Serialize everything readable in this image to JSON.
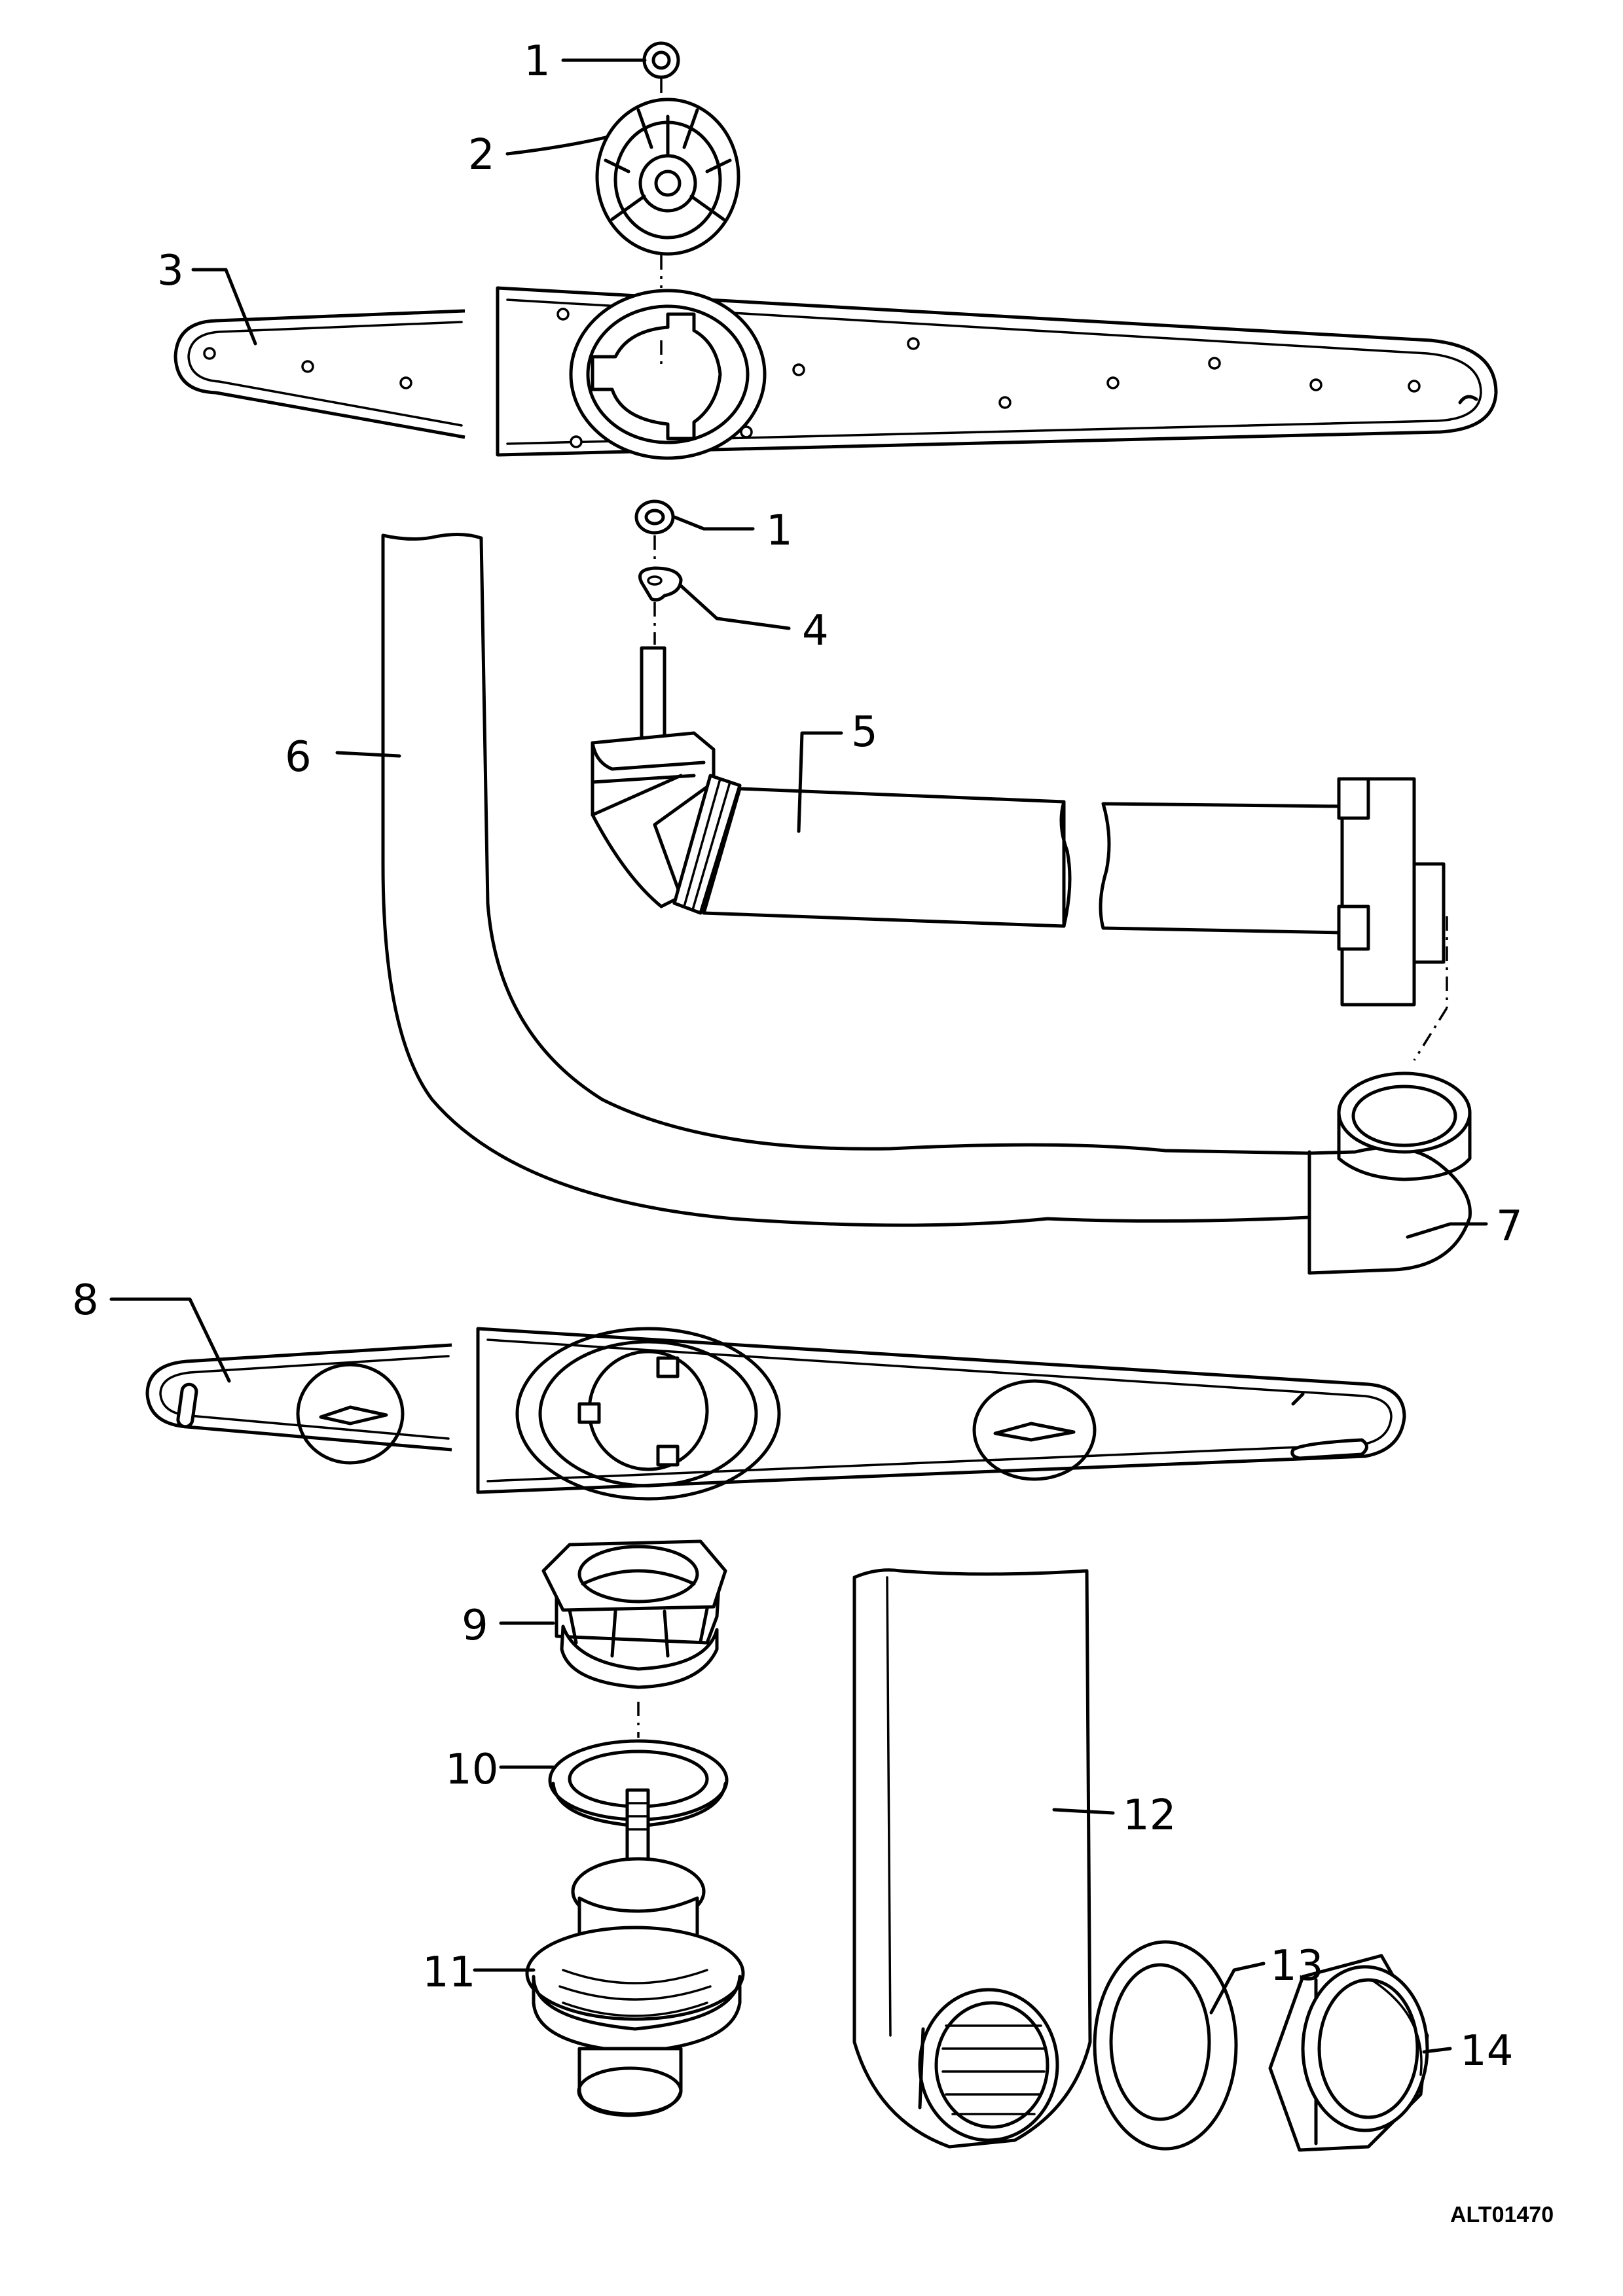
{
  "diagram": {
    "callouts": {
      "c1a": "1",
      "c2": "2",
      "c3": "3",
      "c1b": "1",
      "c4": "4",
      "c5": "5",
      "c6": "6",
      "c7": "7",
      "c8": "8",
      "c9": "9",
      "c10": "10",
      "c11": "11",
      "c12": "12",
      "c13": "13",
      "c14": "14"
    },
    "figure_code": "ALT01470"
  }
}
